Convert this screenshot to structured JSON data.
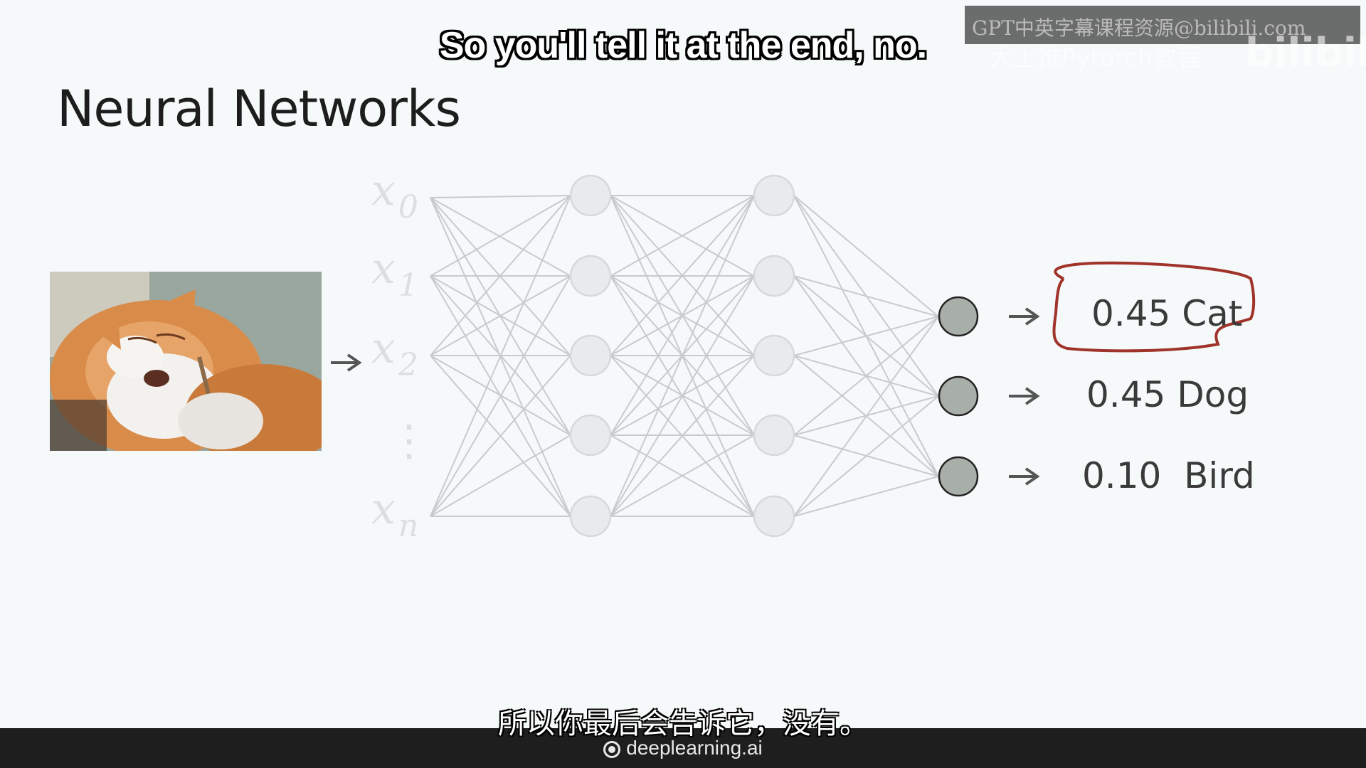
{
  "slide": {
    "title": "Neural Networks",
    "input_labels": [
      {
        "base": "x",
        "sub": "0"
      },
      {
        "base": "x",
        "sub": "1"
      },
      {
        "base": "x",
        "sub": "2"
      },
      {
        "base": "x",
        "sub": "n"
      }
    ],
    "ellipsis": "⋮",
    "outputs": [
      {
        "value": "0.45",
        "label": "Cat"
      },
      {
        "value": "0.45",
        "label": "Dog"
      },
      {
        "value": "0.10",
        "label": "Bird"
      }
    ],
    "circled_output": "0.45 Cat"
  },
  "subtitles": {
    "english": "So you'll tell it at the end, no.",
    "chinese": "所以你最后会告诉它，没有。"
  },
  "watermark": {
    "line1": "GPT中英字幕课程资源@bilibili.com",
    "line2": "大上推Pytorch教程",
    "logo": "bilibili"
  },
  "footer": {
    "brand": "deeplearning.ai",
    "icon": "deeplearning-logo-icon"
  },
  "colors": {
    "background": "#f5f9fa",
    "node_light": "#e8eaeb",
    "node_output": "#a8aea8",
    "edge": "#c8cbcc",
    "annotation": "#a0332a",
    "footer": "#1e1e1e"
  }
}
